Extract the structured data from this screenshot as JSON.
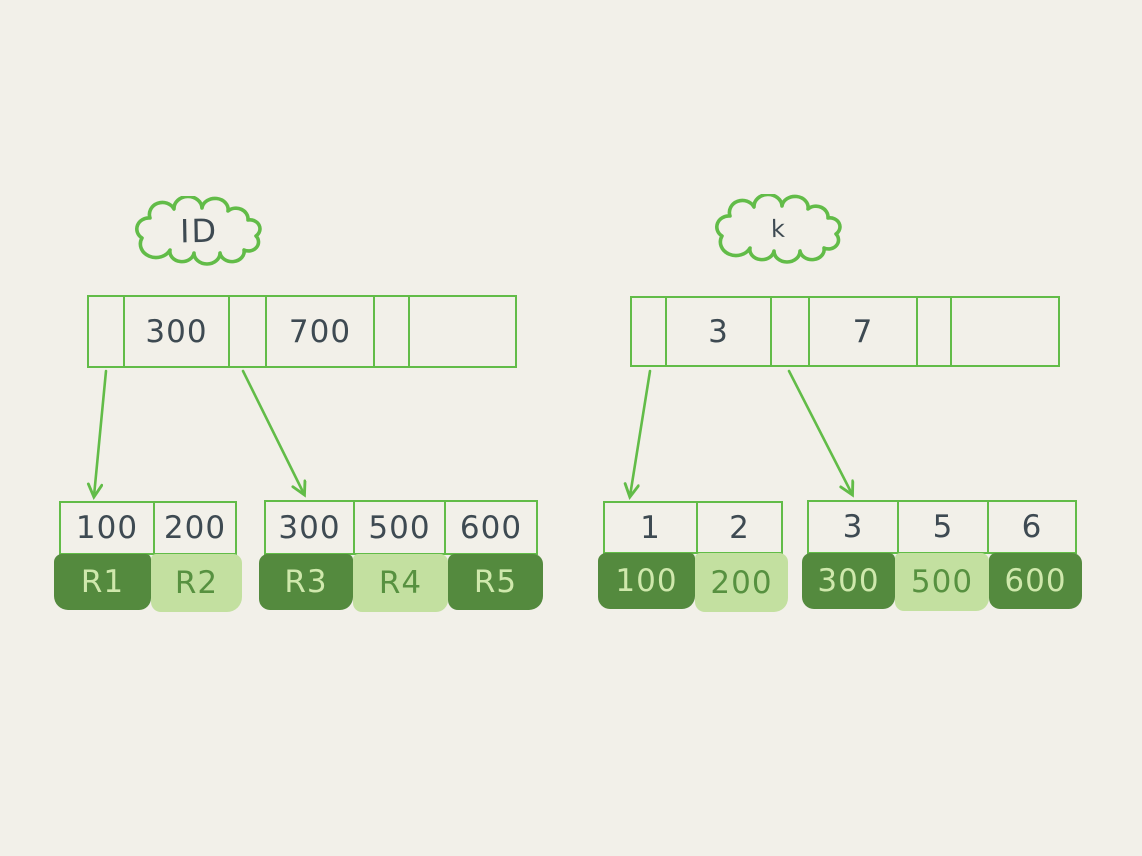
{
  "left_index": {
    "cloud_label": "ID",
    "root_cells": [
      "",
      "300",
      "",
      "700",
      "",
      ""
    ],
    "leaves": [
      {
        "keys": [
          "100",
          "200"
        ],
        "records": [
          "R1",
          "R2"
        ]
      },
      {
        "keys": [
          "300",
          "500",
          "600"
        ],
        "records": [
          "R3",
          "R4",
          "R5"
        ]
      }
    ]
  },
  "right_index": {
    "cloud_label": "k",
    "root_cells": [
      "",
      "3",
      "",
      "7",
      "",
      ""
    ],
    "leaves": [
      {
        "keys": [
          "1",
          "2"
        ],
        "records": [
          "100",
          "200"
        ]
      },
      {
        "keys": [
          "3",
          "5",
          "6"
        ],
        "records": [
          "300",
          "500",
          "600"
        ]
      }
    ]
  },
  "colors": {
    "background": "#f2f0e9",
    "stroke_green": "#62bc48",
    "record_dark_fill": "#548a3e",
    "record_light_fill": "#c3e0a0",
    "record_dark_text": "#cfe8ac",
    "record_light_text": "#579140",
    "ink": "#3e4a52"
  }
}
